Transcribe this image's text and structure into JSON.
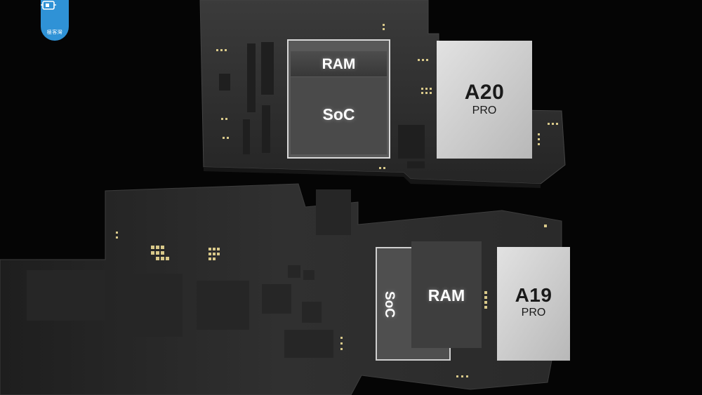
{
  "watermark": {
    "text": "極客灣",
    "color": "#2f92d6"
  },
  "top_board": {
    "ram_label": "RAM",
    "soc_label": "SoC",
    "chip_name": "A20",
    "chip_tier": "PRO"
  },
  "bottom_board": {
    "soc_label": "SoC",
    "ram_label": "RAM",
    "chip_name": "A19",
    "chip_tier": "PRO"
  },
  "colors": {
    "background": "#050505",
    "board": "#2f2f2f",
    "chip_silver": "#cfcfcf",
    "pad_gold": "#d9c98a"
  }
}
